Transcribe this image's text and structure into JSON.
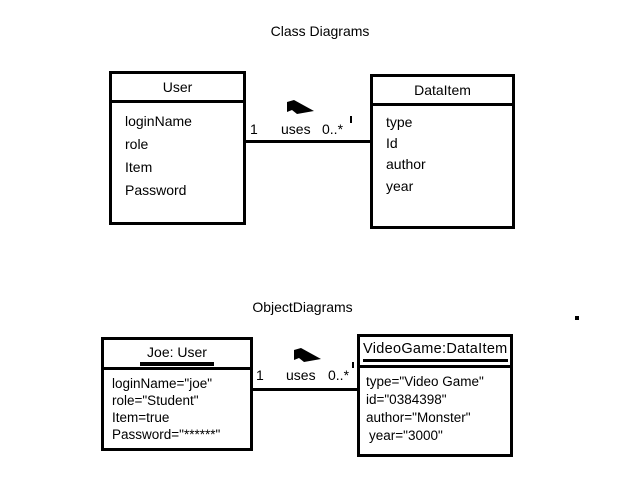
{
  "canvas": {
    "background": "#ffffff",
    "ink": "#000000"
  },
  "class_diagram": {
    "title": "Class Diagrams",
    "classes": [
      {
        "name": "User",
        "attributes": [
          "loginName",
          "role",
          "Item",
          "Password"
        ]
      },
      {
        "name": "DataItem",
        "attributes": [
          "type",
          "Id",
          "author",
          "year"
        ]
      }
    ],
    "association": {
      "from_multiplicity": "1",
      "name": "uses",
      "to_multiplicity": "0..*",
      "arrow": "solid-right-triangle"
    }
  },
  "object_diagram": {
    "title": "ObjectDiagrams",
    "objects": [
      {
        "name": "Joe: User",
        "attributes": [
          "loginName=\"joe\"",
          "role=\"Student\"",
          "Item=true",
          "Password=\"******\""
        ]
      },
      {
        "name": "VideoGame:DataItem",
        "attributes": [
          "type=\"Video Game\"",
          "id=\"0384398\"",
          "author=\"Monster\"",
          "year=\"3000\""
        ]
      }
    ],
    "association": {
      "from_multiplicity": "1",
      "name": "uses",
      "to_multiplicity": "0..*",
      "arrow": "solid-right-triangle"
    }
  }
}
